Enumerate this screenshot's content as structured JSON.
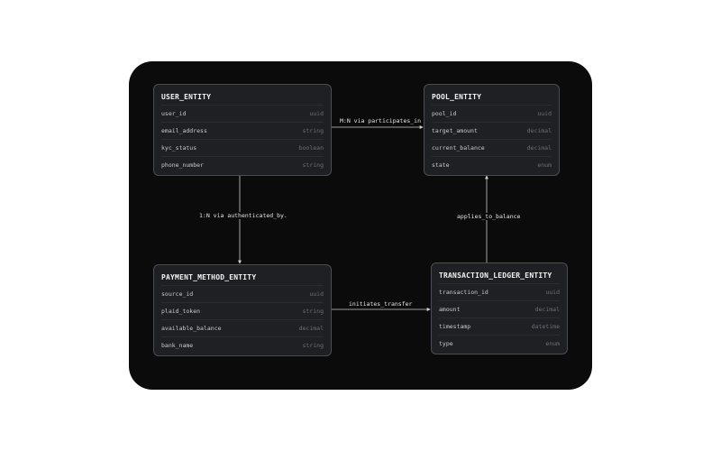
{
  "entities": [
    {
      "title": "USER_ENTITY",
      "fields": [
        {
          "name": "user_id",
          "type": "uuid"
        },
        {
          "name": "email_address",
          "type": "string"
        },
        {
          "name": "kyc_status",
          "type": "boolean"
        },
        {
          "name": "phone_number",
          "type": "string"
        }
      ]
    },
    {
      "title": "POOL_ENTITY",
      "fields": [
        {
          "name": "pool_id",
          "type": "uuid"
        },
        {
          "name": "target_amount",
          "type": "decimal"
        },
        {
          "name": "current_balance",
          "type": "decimal"
        },
        {
          "name": "state",
          "type": "enum"
        }
      ]
    },
    {
      "title": "PAYMENT_METHOD_ENTITY",
      "fields": [
        {
          "name": "source_id",
          "type": "uuid"
        },
        {
          "name": "plaid_token",
          "type": "string"
        },
        {
          "name": "available_balance",
          "type": "decimal"
        },
        {
          "name": "bank_name",
          "type": "string"
        }
      ]
    },
    {
      "title": "TRANSACTION_LEDGER_ENTITY",
      "fields": [
        {
          "name": "transaction_id",
          "type": "uuid"
        },
        {
          "name": "amount",
          "type": "decimal"
        },
        {
          "name": "timestamp",
          "type": "datetime"
        },
        {
          "name": "type",
          "type": "enum"
        }
      ]
    }
  ],
  "relations": [
    {
      "label": "M:N via participates_in"
    },
    {
      "label": "1:N via authenticated_by."
    },
    {
      "label": "initiates_transfer"
    },
    {
      "label": "applies_to_balance"
    }
  ]
}
